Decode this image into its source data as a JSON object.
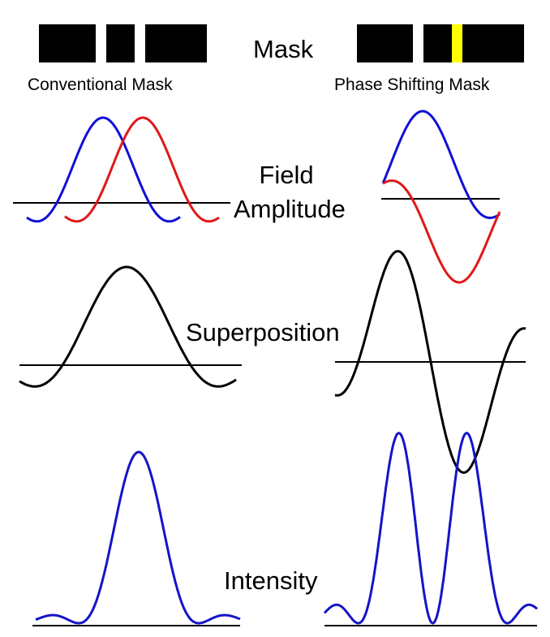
{
  "labels": {
    "mask": "Mask",
    "conventional_mask": "Conventional Mask",
    "phase_shifting_mask": "Phase Shifting Mask",
    "field": "Field",
    "amplitude": "Amplitude",
    "superposition": "Superposition",
    "intensity": "Intensity"
  },
  "colors": {
    "mask_opaque": "#000000",
    "mask_clear": "#ffffff",
    "phase_shifter": "#ffff00",
    "wave_blue": "#1010d8",
    "wave_red": "#e01818",
    "superposition": "#000000",
    "intensity": "#1414c8",
    "axis": "#000000"
  }
}
